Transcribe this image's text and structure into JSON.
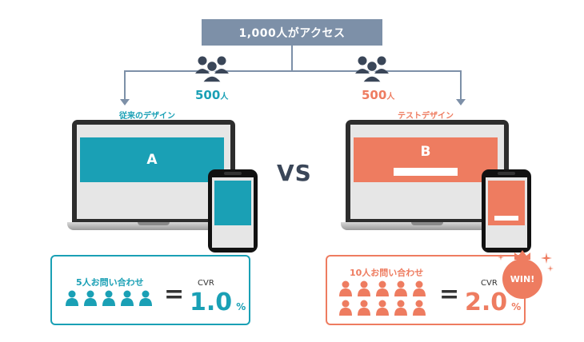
{
  "top": {
    "label": "1,000人がアクセス"
  },
  "left": {
    "count": "500",
    "count_unit": "人",
    "design_label": "従来のデザイン",
    "screen_label": "A",
    "inquiry_label": "5人お問い合わせ",
    "people_count": 5,
    "equals": "=",
    "cvr_label": "CVR",
    "cvr_value": "1.0",
    "cvr_unit": "%"
  },
  "right": {
    "count": "500",
    "count_unit": "人",
    "design_label": "テストデザイン",
    "screen_label": "B",
    "inquiry_label": "10人お問い合わせ",
    "people_count": 10,
    "equals": "=",
    "cvr_label": "CVR",
    "cvr_value": "2.0",
    "cvr_unit": "%",
    "badge": "WIN!"
  },
  "vs": "VS",
  "colors": {
    "teal": "#1aa0b5",
    "coral": "#ee7c60",
    "connector": "#7d90a8",
    "navy": "#3a4658"
  }
}
